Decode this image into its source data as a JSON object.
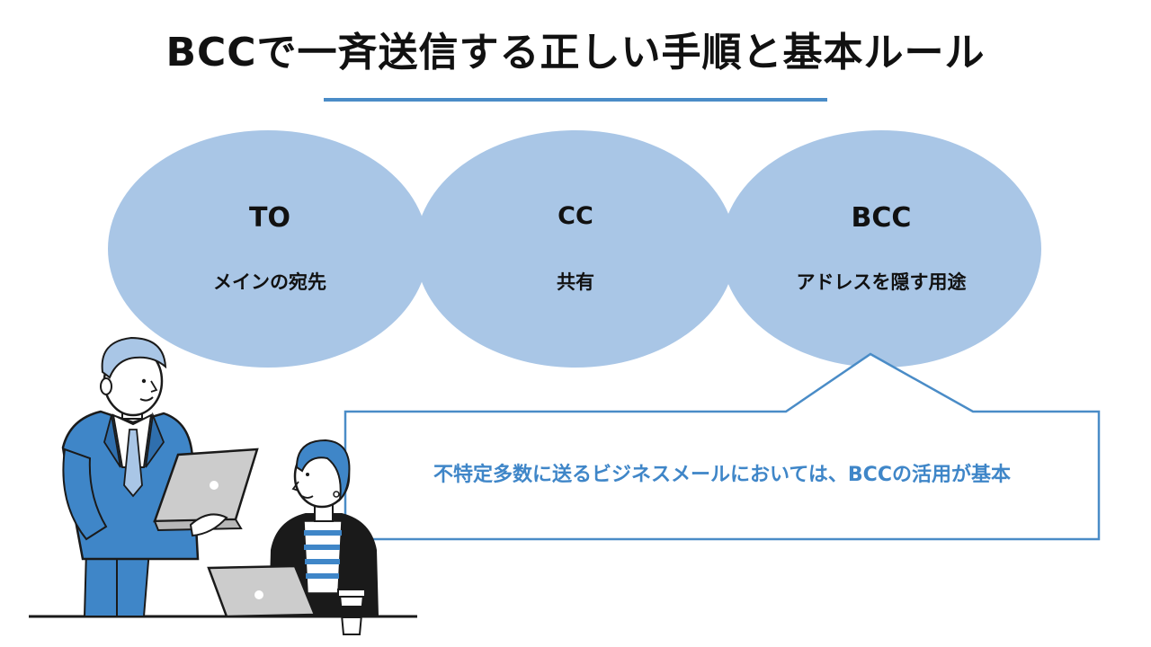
{
  "title": "BCCで一斉送信する正しい手順と基本ルール",
  "colors": {
    "accent": "#4a8cc7",
    "ellipse_fill": "#a9c6e6",
    "callout_text": "#3f86c8"
  },
  "recipients": [
    {
      "heading": "TO",
      "description": "メインの宛先"
    },
    {
      "heading": "CC",
      "description": "共有"
    },
    {
      "heading": "BCC",
      "description": "アドレスを隠す用途"
    }
  ],
  "callout": {
    "text": "不特定多数に送るビジネスメールにおいては、BCCの活用が基本"
  },
  "illustration": {
    "subject": "two business people with laptops and a coffee cup"
  }
}
